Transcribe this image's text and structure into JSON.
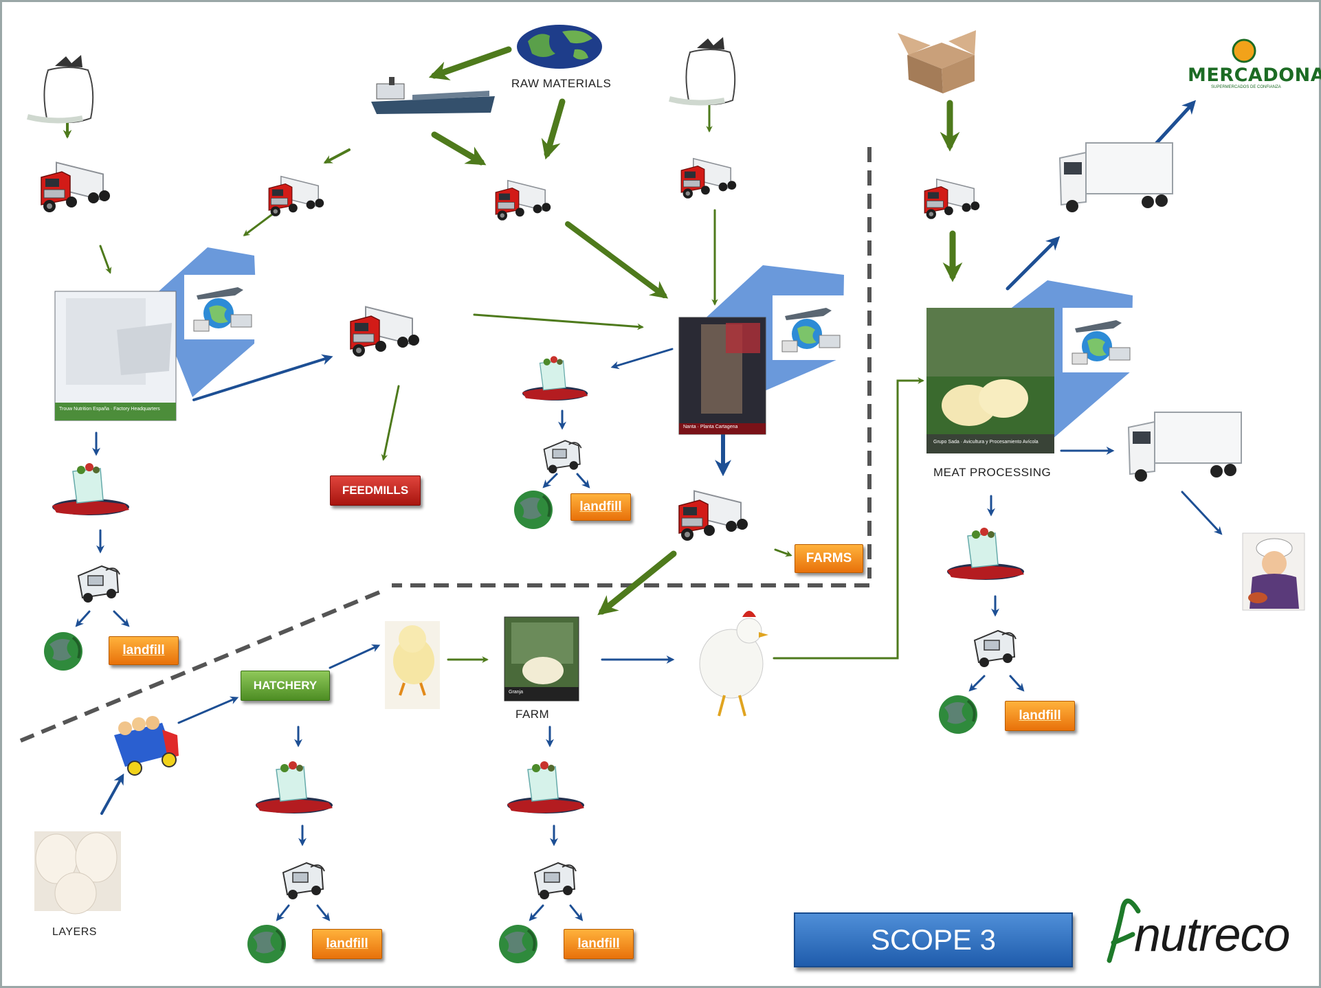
{
  "labels": {
    "raw_materials": "RAW MATERIALS",
    "meat_processing": "MEAT PROCESSING",
    "farm": "FARM",
    "layers": "LAYERS"
  },
  "boxes": {
    "feedmills": "FEEDMILLS",
    "farms": "FARMS",
    "hatchery": "HATCHERY",
    "landfill": "landfill"
  },
  "scope_button": "SCOPE 3",
  "logos": {
    "nutreco": "nutreco",
    "mercadona": "MERCADONA",
    "mercadona_sub": "SUPERMERCADOS DE CONFIANZA"
  },
  "photo_captions": {
    "plant_left": "Trouw Nutrition España · Factory Headquarters",
    "feedmill": "Nanta · Planta Cartagena",
    "meat": "Grupo Sada · Avicultura y Procesamiento Avícola",
    "farm_photo": "Granja"
  },
  "colors": {
    "green_arrow": "#4e7a1c",
    "blue_arrow": "#1d4f94",
    "dashed_line": "#555555",
    "orange_box": "#f08a14",
    "red_box": "#c0261e",
    "hatchery_green": "#62a532",
    "scope_blue": "#2b6cc0",
    "panel_blue": "#5e8fd6"
  },
  "icons": [
    "feed-bag-icon",
    "globe-map-icon",
    "ship-icon",
    "truck-icon",
    "cardboard-box-icon",
    "lorry-icon",
    "waste-bin-icon",
    "garbage-truck-icon",
    "recycle-globe-icon",
    "transport-globe-icon",
    "chick-icon",
    "chicken-icon",
    "toy-truck-eggs-icon",
    "eggs-icon",
    "butcher-icon"
  ]
}
